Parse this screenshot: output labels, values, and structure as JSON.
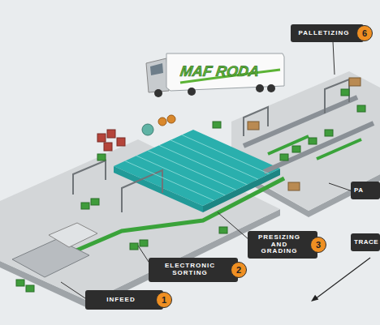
{
  "diagram": {
    "nodes": [
      {
        "text": [
          "INFEED",
          "1"
        ]
      },
      {
        "text": [
          "ELECTRONIC SORTING",
          "2"
        ]
      },
      {
        "text": [
          "PRESIZING AND GRADING",
          "3"
        ]
      },
      {
        "text": [
          "PA"
        ]
      },
      {
        "text": [
          "TRACE"
        ]
      },
      {
        "text": [
          "PALLETIZING",
          "6"
        ]
      }
    ],
    "labels": [
      "MAF RODA"
    ]
  }
}
